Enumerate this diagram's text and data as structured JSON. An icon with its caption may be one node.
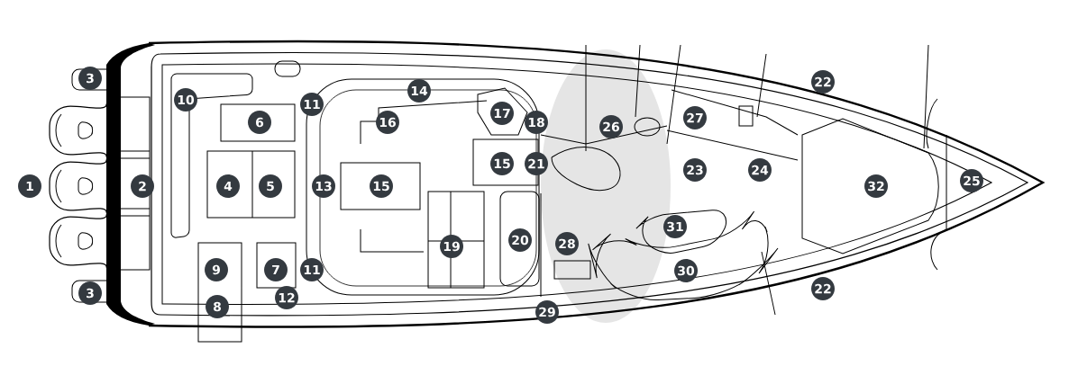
{
  "diagram": {
    "labels": [
      "3",
      "14",
      "22",
      "10",
      "6",
      "11",
      "16",
      "17",
      "18",
      "26",
      "27",
      "1",
      "2",
      "4",
      "5",
      "13",
      "15",
      "15",
      "21",
      "23",
      "24",
      "32",
      "25",
      "19",
      "20",
      "28",
      "31",
      "3",
      "9",
      "8",
      "7",
      "12",
      "11",
      "29",
      "30",
      "22"
    ]
  }
}
